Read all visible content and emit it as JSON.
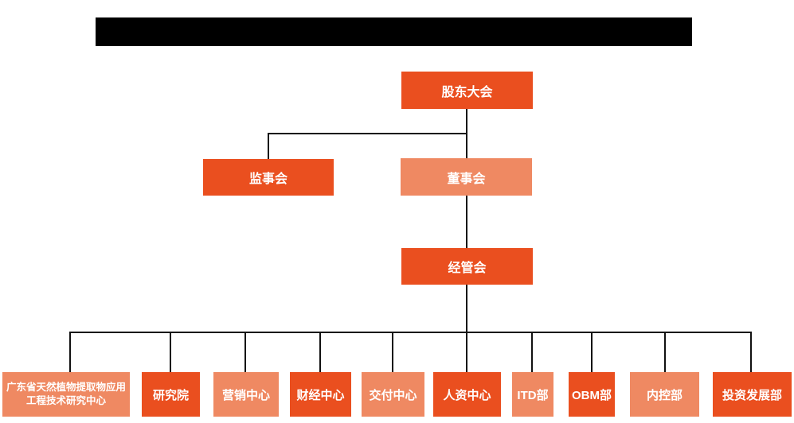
{
  "colors": {
    "primary_orange": "#EA4F1F",
    "secondary_salmon": "#EF8962",
    "line": "#111111",
    "background": "#FFFFFF",
    "redaction_bar": "#000000",
    "node_text": "#FFFFFF"
  },
  "org": {
    "root": {
      "label": "股东大会"
    },
    "level2": [
      {
        "label": "监事会",
        "variant": "primary"
      },
      {
        "label": "董事会",
        "variant": "secondary"
      }
    ],
    "level3": {
      "label": "经管会",
      "variant": "primary"
    },
    "departments": [
      {
        "label": "广东省天然植物提取物应用工程技术研究中心",
        "variant": "secondary"
      },
      {
        "label": "研究院",
        "variant": "primary"
      },
      {
        "label": "营销中心",
        "variant": "secondary"
      },
      {
        "label": "财经中心",
        "variant": "primary"
      },
      {
        "label": "交付中心",
        "variant": "secondary"
      },
      {
        "label": "人资中心",
        "variant": "primary"
      },
      {
        "label": "ITD部",
        "variant": "secondary"
      },
      {
        "label": "OBM部",
        "variant": "primary"
      },
      {
        "label": "内控部",
        "variant": "secondary"
      },
      {
        "label": "投资发展部",
        "variant": "primary"
      }
    ]
  }
}
